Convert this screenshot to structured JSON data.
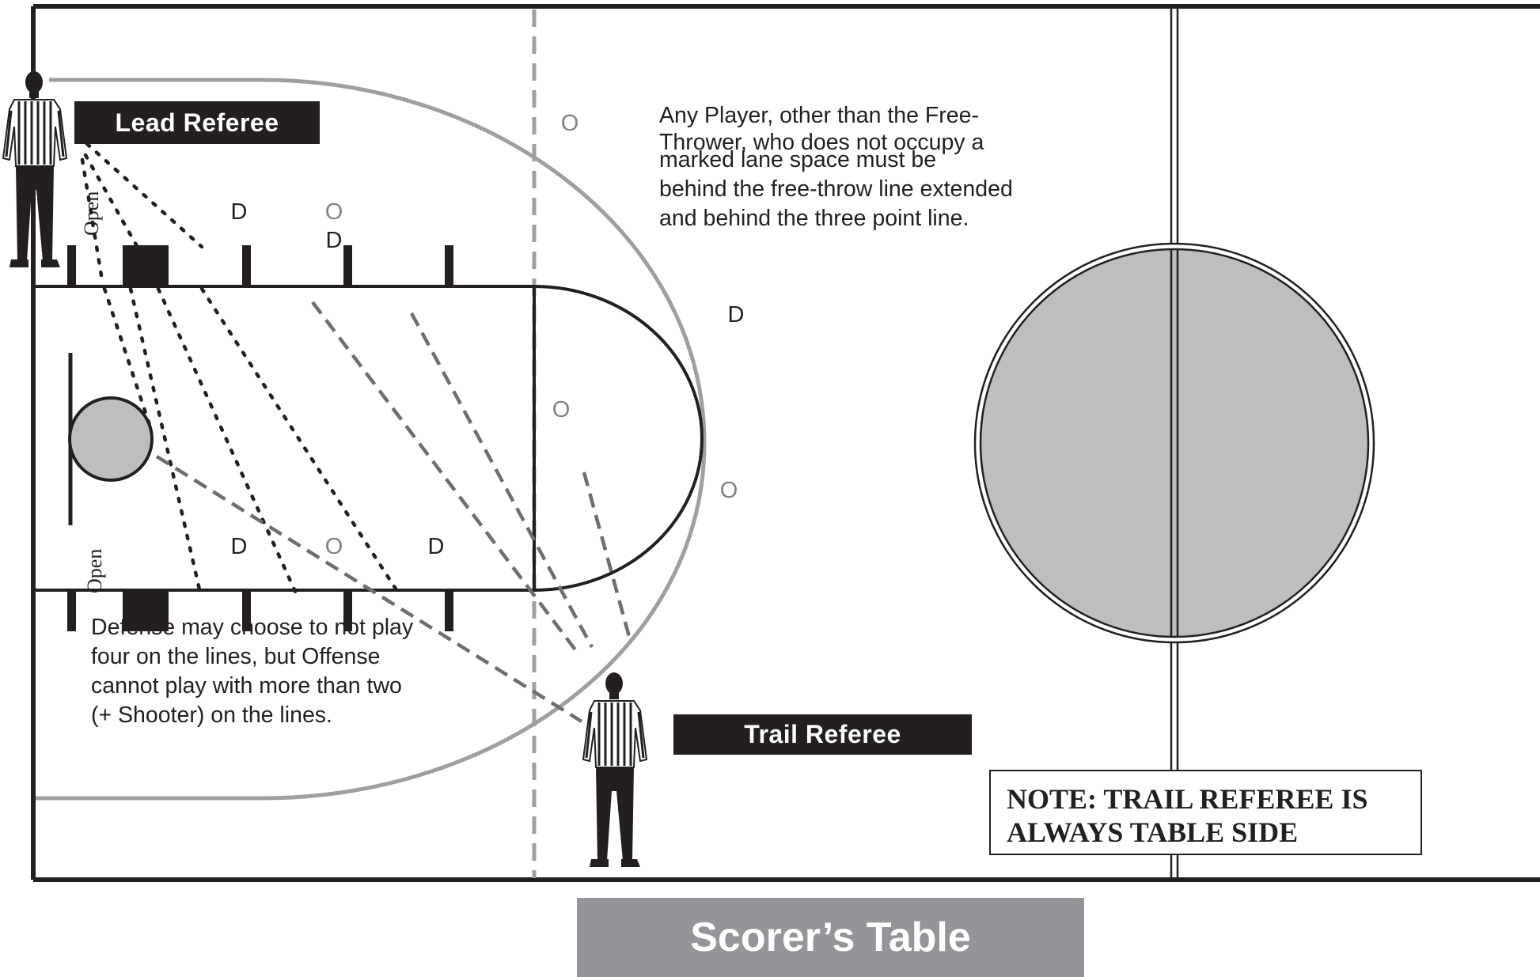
{
  "colors": {
    "ink": "#231f20",
    "gray_line": "#9d9fa2",
    "circle_fill": "#bcbec0",
    "dash": "#6d6e71",
    "marker_offense": "#808285",
    "table_bg": "#939598"
  },
  "labels": {
    "lead_referee": "Lead Referee",
    "trail_referee": "Trail Referee",
    "scorers_table": "Scorer’s Table",
    "note": "NOTE: TRAIL REFEREE IS\nALWAYS TABLE SIDE",
    "open_top": "Open",
    "open_bottom": "Open"
  },
  "text_blocks": {
    "players_rule": [
      "Any Player, other than the Free-",
      "Thrower, who does not occupy a",
      "marked lane space must be",
      "behind the free-throw line extended",
      "and behind the three point line."
    ],
    "defense_rule": [
      "Defense may choose to not play",
      "four on the lines, but Offense",
      "cannot play with more than two",
      "(+ Shooter) on the lines."
    ]
  },
  "markers": {
    "d_top_1": "D",
    "o_top_1": "O",
    "d_top_2": "D",
    "o_far_top": "O",
    "d_right": "D",
    "o_ft_circle": "O",
    "o_right": "O",
    "d_bottom_1": "D",
    "o_bottom_1": "O",
    "d_bottom_2": "D"
  },
  "icons": {
    "lead_referee_figure": "referee-figure-icon",
    "trail_referee_figure": "referee-figure-icon"
  }
}
